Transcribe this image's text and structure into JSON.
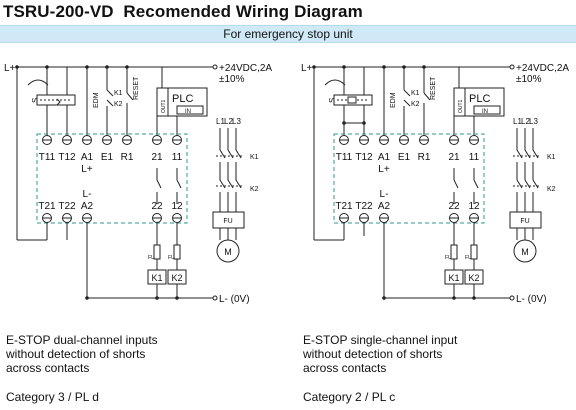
{
  "header": {
    "model": "TSRU-200-VD",
    "title": "Recomended Wiring Diagram",
    "subtitle": "For emergency stop unit"
  },
  "supply": {
    "l_plus": "L+",
    "l_minus": "L- (0V)",
    "voltage": "+24VDC,2A",
    "tolerance": "±10%"
  },
  "labels": {
    "s": "S",
    "edm": "EDM",
    "k1": "K1",
    "k2": "K2",
    "reset": "RESET",
    "plc": "PLC",
    "out": "OUT1",
    "in": "IN",
    "l1": "L1",
    "l2": "L2",
    "l3": "L3",
    "fu": "FU",
    "motor": "M",
    "fuse": "FU"
  },
  "terminals": {
    "top": [
      "T11",
      "T12",
      "A1",
      "E1",
      "R1",
      "21",
      "11"
    ],
    "bottom": [
      "T21",
      "T22",
      "A2",
      "22",
      "12"
    ],
    "a1_sub": "L+",
    "a2_sub": "L-"
  },
  "diagrams": [
    {
      "caption_lines": [
        "E-STOP dual-channel inputs",
        "without detection of shorts",
        "across contacts"
      ],
      "category": "Category 3 / PL d"
    },
    {
      "caption_lines": [
        "E-STOP single-channel input",
        "without detection of shorts",
        "across contacts"
      ],
      "category": "Category 2 / PL c"
    }
  ],
  "colors": {
    "banner": "#cfe9f6",
    "dashed_box": "#2f9a8e",
    "line": "#222222"
  }
}
